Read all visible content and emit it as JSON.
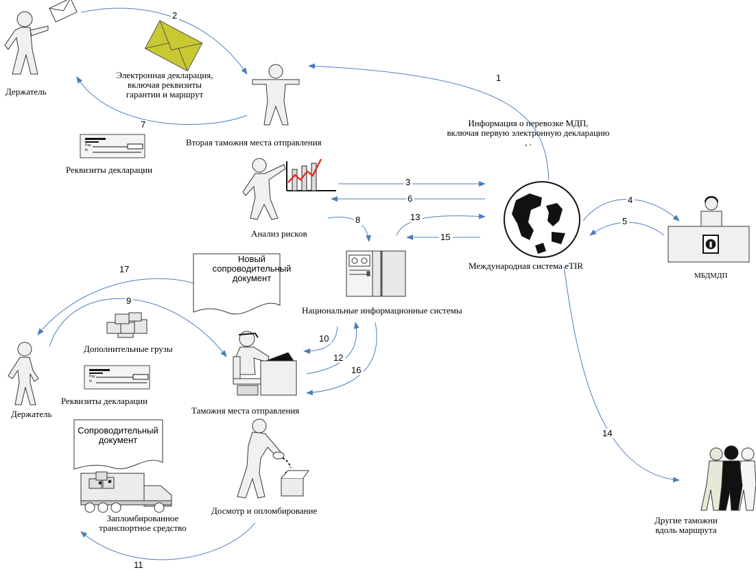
{
  "labels": {
    "holder_top": "Держатель",
    "holder_bottom": "Держатель",
    "e_declaration": [
      "Электронная декларация,",
      "включая реквизиты",
      "гарантии и маршрут"
    ],
    "second_office": "Вторая таможня места отправления",
    "decl_details_top": "Реквизиты декларации",
    "decl_details_bottom": "Реквизиты декларации",
    "tir_info": [
      "Информация о перевозке МДП,",
      "включая первую электронную декларацию"
    ],
    "tir_info_dots": ",        .",
    "risk_analysis": "Анализ рисков",
    "new_doc": [
      "Новый",
      "сопроводительный",
      "документ"
    ],
    "national_systems": "Национальные информационные системы",
    "etir_system": "Международная система eTIR",
    "itdb": "МБДМДП",
    "additional_goods": "Дополнительные грузы",
    "office_departure": "Таможня места отправления",
    "accompanying_doc": [
      "Сопроводительный",
      "документ"
    ],
    "sealed_vehicle": [
      "Запломбированное",
      "транспортное средство"
    ],
    "inspection": "Досмотр и опломбирование",
    "other_offices": [
      "Другие таможни",
      "вдоль маршрута"
    ],
    "cheque_pay": "Pay",
    "cheque_to": "to"
  },
  "steps": {
    "s1": "1",
    "s2": "2",
    "s3": "3",
    "s4": "4",
    "s5": "5",
    "s6": "6",
    "s7": "7",
    "s8": "8",
    "s9": "9",
    "s10": "10",
    "s11": "11",
    "s12": "12",
    "s13": "13",
    "s14": "14",
    "s15": "15",
    "s16": "16",
    "s17": "17"
  },
  "colors": {
    "arrow": "#4a7ebb",
    "envelope": "#c8c832",
    "envelope_dark": "#8a8a1a",
    "chart_line": "#e03020",
    "box_fill": "#e8e8e8"
  },
  "icons": [
    "person-envelope-icon",
    "envelope-icon",
    "person-arms-open-icon",
    "cheque-icon",
    "person-chart-icon",
    "globe-icon",
    "operator-desk-icon",
    "server-icon",
    "document-icon",
    "person-desk-icon",
    "boxes-icon",
    "truck-icon",
    "person-box-icon",
    "people-group-icon",
    "person-icon"
  ]
}
